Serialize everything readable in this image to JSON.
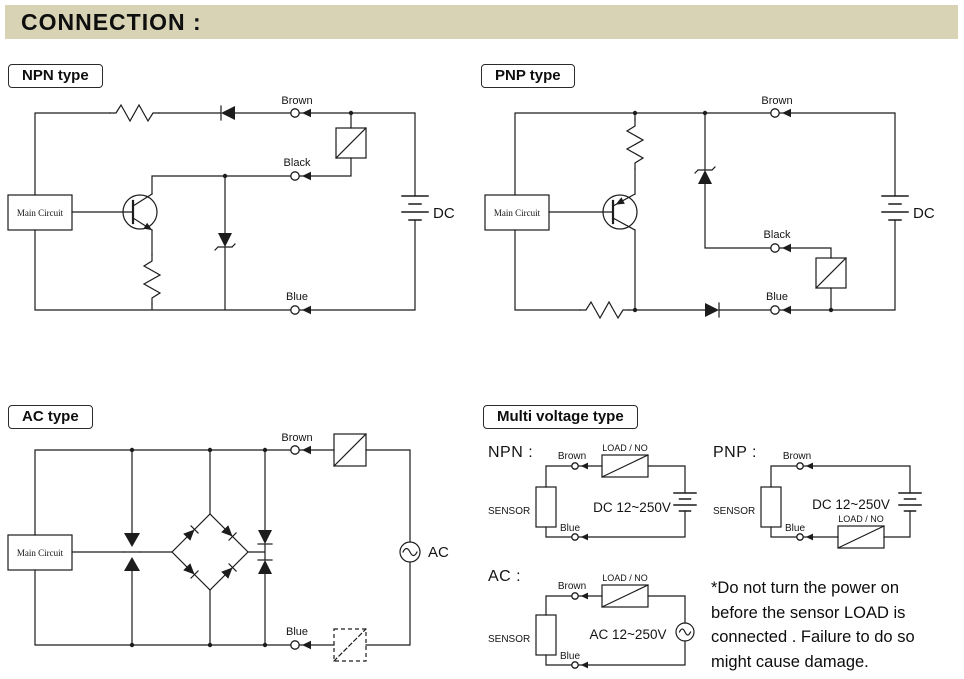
{
  "colors": {
    "header_bg": "#d7d3b4",
    "line": "#1c1c1c"
  },
  "header": {
    "title": "CONNECTION :"
  },
  "sections": {
    "npn": {
      "title": "NPN type",
      "labels": {
        "main_circuit": "Main Circuit",
        "brown": "Brown",
        "black": "Black",
        "blue": "Blue",
        "supply": "DC"
      }
    },
    "pnp": {
      "title": "PNP type",
      "labels": {
        "main_circuit": "Main Circuit",
        "brown": "Brown",
        "black": "Black",
        "blue": "Blue",
        "supply": "DC"
      }
    },
    "ac": {
      "title": "AC type",
      "labels": {
        "main_circuit": "Main Circuit",
        "brown": "Brown",
        "blue": "Blue",
        "supply": "AC"
      }
    },
    "multi": {
      "title": "Multi voltage type",
      "npn": {
        "heading": "NPN :",
        "sensor": "SENSOR",
        "load": "LOAD / NO",
        "brown": "Brown",
        "blue": "Blue",
        "voltage": "DC 12~250V"
      },
      "pnp": {
        "heading": "PNP :",
        "sensor": "SENSOR",
        "load": "LOAD / NO",
        "brown": "Brown",
        "blue": "Blue",
        "voltage": "DC 12~250V"
      },
      "ac": {
        "heading": "AC :",
        "sensor": "SENSOR",
        "load": "LOAD / NO",
        "brown": "Brown",
        "blue": "Blue",
        "voltage": "AC 12~250V"
      },
      "warning_lines": [
        "*Do not turn the power on",
        "before the sensor LOAD is",
        "connected . Failure to do so",
        "might cause damage."
      ]
    }
  }
}
